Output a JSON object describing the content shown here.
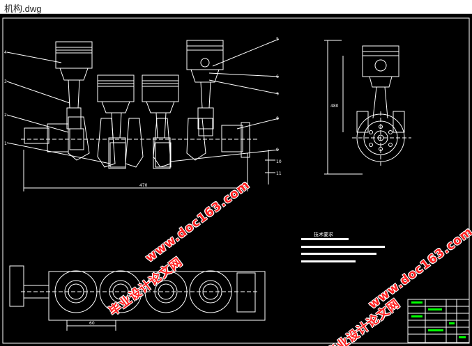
{
  "window": {
    "title": "机构.dwg"
  },
  "drawing": {
    "notes_title": "技术要求",
    "part_labels": [
      "1",
      "2",
      "3",
      "4",
      "5",
      "6",
      "7",
      "8",
      "9",
      "10",
      "11"
    ],
    "dimension_main": "470",
    "dimension_side": "480",
    "dimension_bottom": "60"
  },
  "watermarks": [
    {
      "text": "www.doc163.com"
    },
    {
      "text": "毕业设计论文网"
    },
    {
      "text": "www.doc163.com"
    },
    {
      "text": "毕业设计论文网"
    }
  ],
  "colors": {
    "background": "#000000",
    "lines": "#ffffff",
    "watermark": "#ff2020",
    "accent_green": "#00ff00"
  }
}
